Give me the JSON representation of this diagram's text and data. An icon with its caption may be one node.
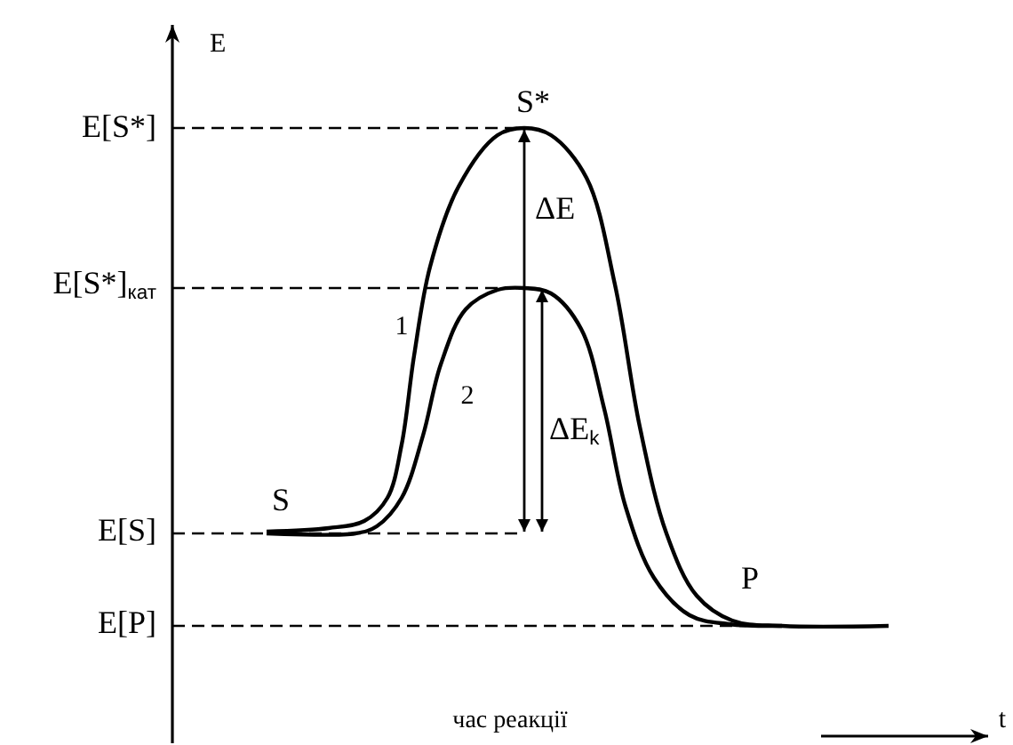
{
  "diagram": {
    "labels": [
      "E",
      "E[S*]",
      "S*",
      "ΔE",
      "E[S*]$_{кат}$",
      "1",
      "2",
      "ΔE$_{k}$",
      "E[S]",
      "S",
      "P",
      "E[P]",
      "час реакції",
      "t"
    ]
  }
}
